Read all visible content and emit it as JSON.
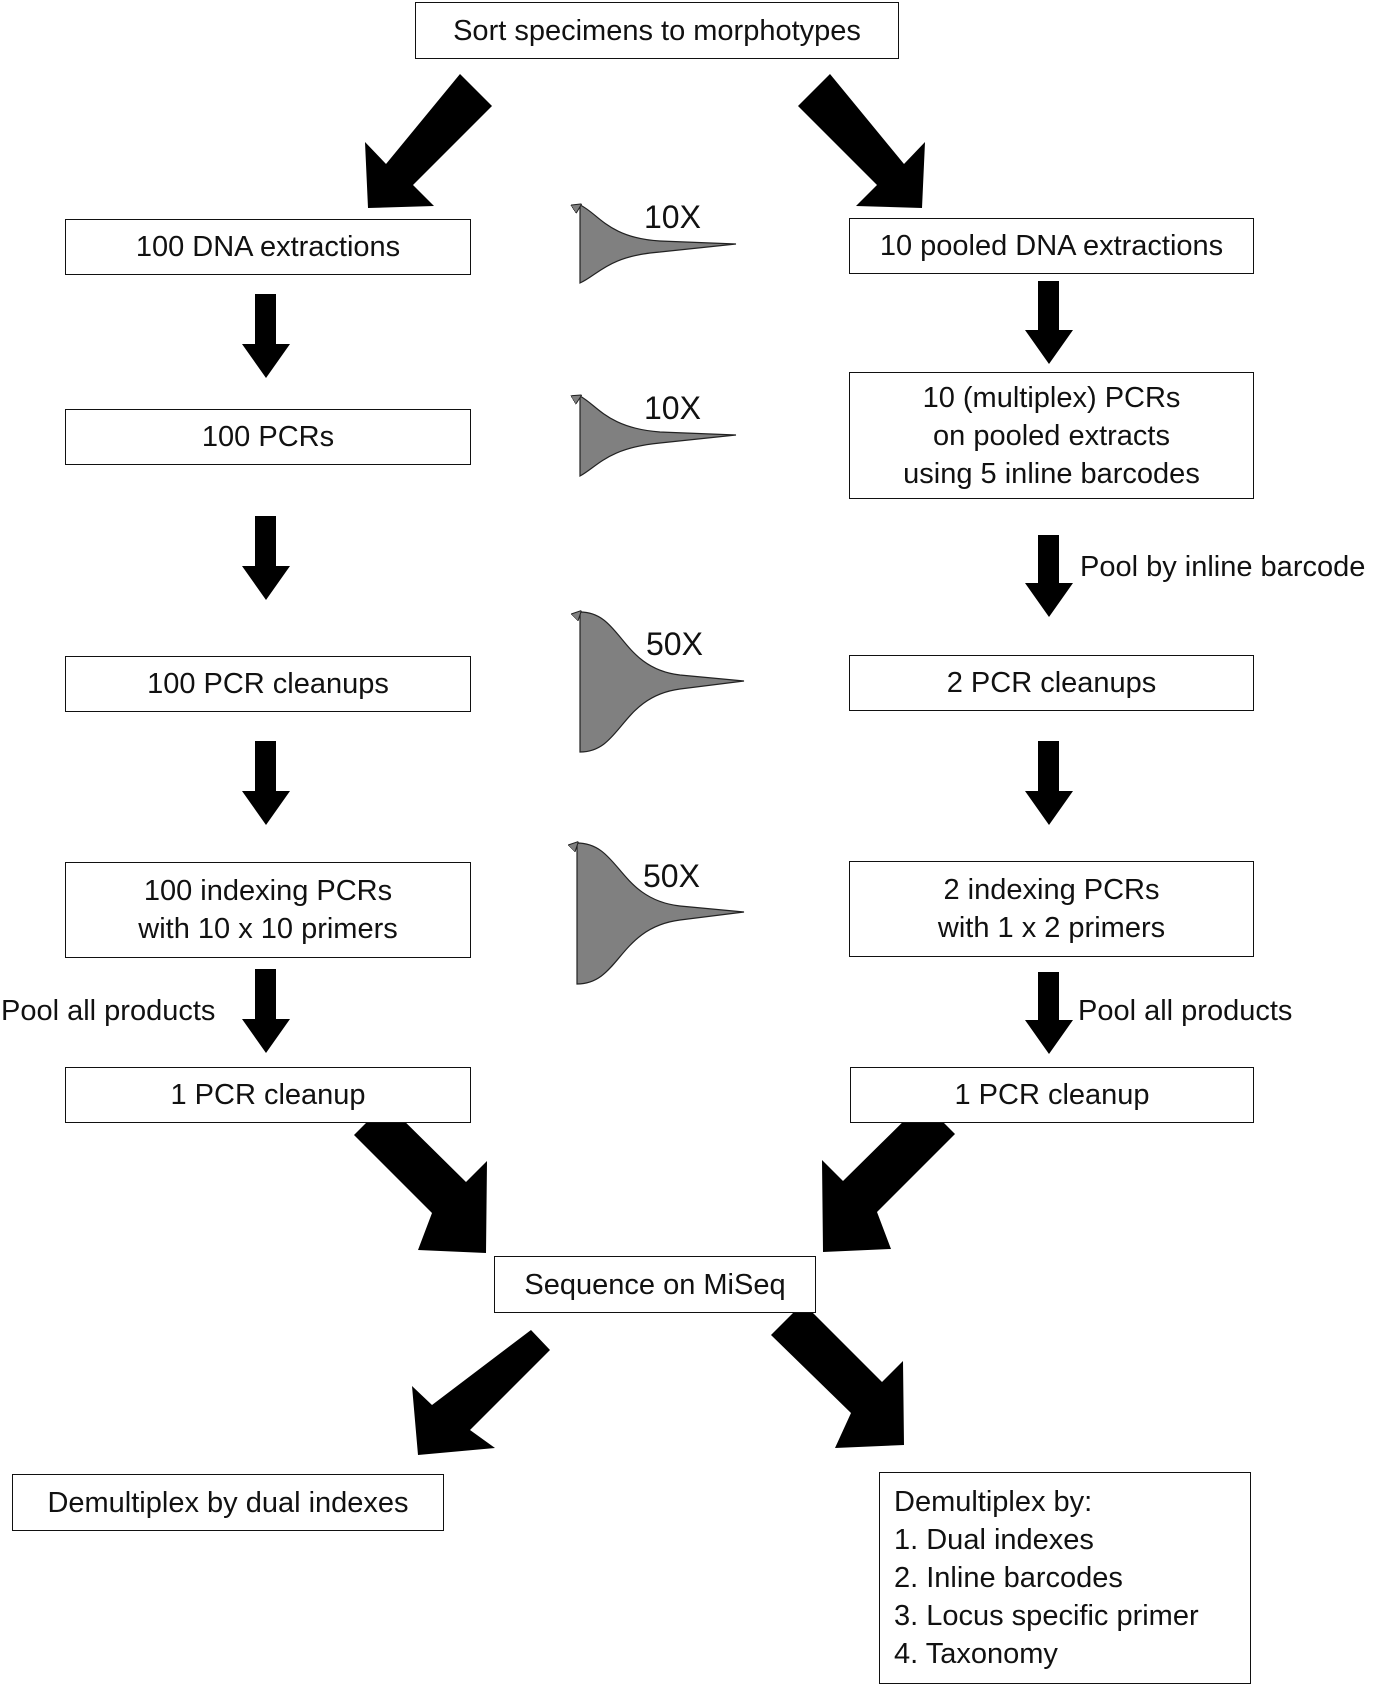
{
  "start": "Sort specimens to morphotypes",
  "left": {
    "extractions": "100 DNA extractions",
    "pcrs": "100 PCRs",
    "cleanups": "100 PCR cleanups",
    "indexing": [
      "100 indexing PCRs",
      "with 10 x 10 primers"
    ],
    "pool_label": "Pool all products",
    "final_cleanup": "1 PCR cleanup",
    "demultiplex": "Demultiplex by dual indexes"
  },
  "right": {
    "extractions": "10 pooled DNA extractions",
    "pcrs": [
      "10 (multiplex) PCRs",
      "on pooled extracts",
      "using 5 inline barcodes"
    ],
    "pool_barcode_label": "Pool by inline barcode",
    "cleanups": "2 PCR cleanups",
    "indexing": [
      "2 indexing PCRs",
      "with 1 x 2 primers"
    ],
    "pool_label": "Pool all products",
    "final_cleanup": "1 PCR cleanup",
    "demultiplex": [
      "Demultiplex by:",
      "1. Dual indexes",
      "2. Inline barcodes",
      "3. Locus specific primer",
      "4. Taxonomy"
    ]
  },
  "sequence": "Sequence on MiSeq",
  "reduction_factors": [
    "10X",
    "10X",
    "50X",
    "50X"
  ],
  "colors": {
    "arrow": "#000000",
    "funnel_fill": "#808080",
    "border": "#111111"
  }
}
